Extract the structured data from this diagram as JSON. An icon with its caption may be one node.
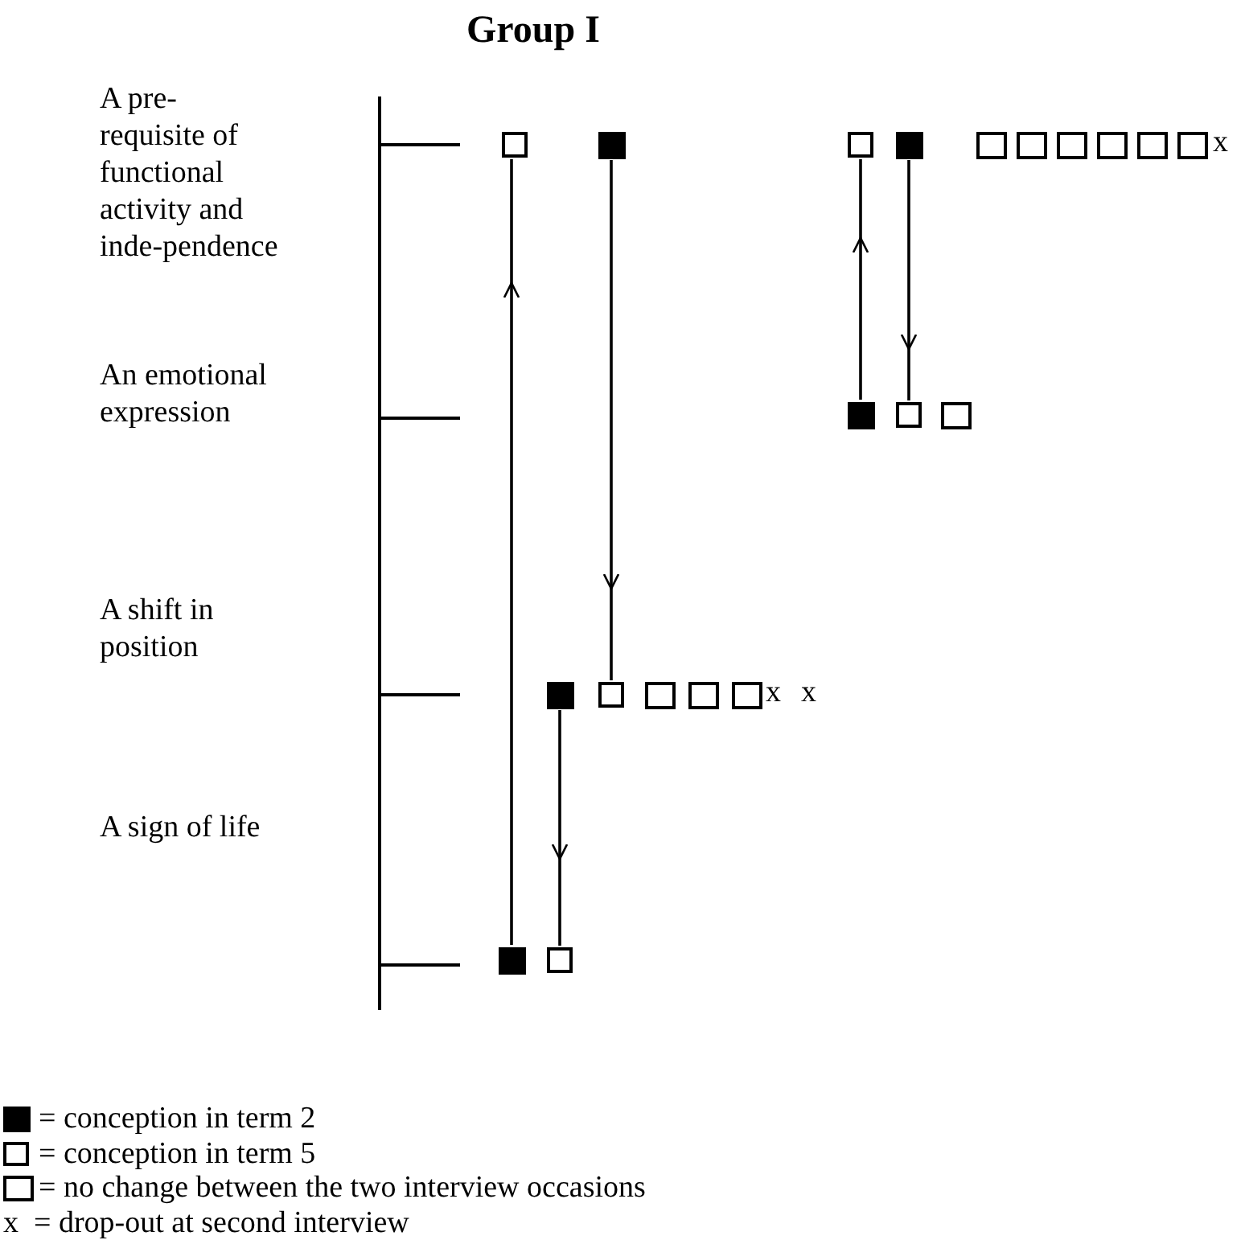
{
  "diagram": {
    "title": "Group I",
    "nodes": [
      {
        "text": [],
        "shape": "box"
      },
      {
        "text": [],
        "shape": "box"
      },
      {
        "text": [],
        "shape": "box"
      },
      {
        "text": [],
        "shape": "box"
      },
      {
        "text": [],
        "shape": "box"
      },
      {
        "text": [],
        "shape": "box"
      },
      {
        "text": [],
        "shape": "box"
      },
      {
        "text": [],
        "shape": "box"
      },
      {
        "text": [],
        "shape": "box"
      },
      {
        "text": [],
        "shape": "box"
      },
      {
        "text": [],
        "shape": "box"
      },
      {
        "text": [],
        "shape": "box"
      },
      {
        "text": [],
        "shape": "box"
      },
      {
        "text": [],
        "shape": "box"
      },
      {
        "text": [],
        "shape": "box"
      },
      {
        "text": [],
        "shape": "box"
      },
      {
        "text": [],
        "shape": "box"
      },
      {
        "text": [],
        "shape": "box"
      },
      {
        "text": [],
        "shape": "box"
      },
      {
        "text": [],
        "shape": "box"
      }
    ],
    "edges": [
      {
        "from": 18,
        "to": 0,
        "arrow": "to"
      },
      {
        "from": 1,
        "to": 14,
        "arrow": "to"
      },
      {
        "from": 10,
        "to": 2,
        "arrow": "to"
      },
      {
        "from": 3,
        "to": 11,
        "arrow": "to"
      },
      {
        "from": 13,
        "to": 19,
        "arrow": "to"
      }
    ],
    "labels": [
      "A pre-requisite of functional activity and inde-pendence",
      "x",
      "An emotional expression",
      "A shift in position",
      "x",
      "x",
      "A sign of life"
    ],
    "legend": [
      {
        "text": "= conception in term 2"
      },
      {
        "text": "= conception in term 5"
      },
      {
        "text": "= no change between the two interview occasions"
      },
      {
        "text": "x  = drop-out at second interview"
      }
    ]
  }
}
